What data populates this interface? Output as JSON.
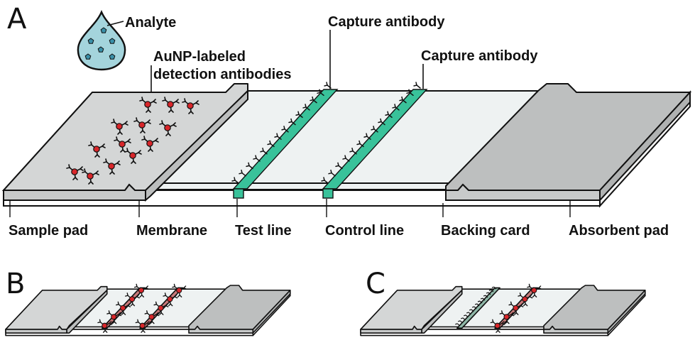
{
  "panels": {
    "a": "A",
    "b": "B",
    "c": "C"
  },
  "annotations": {
    "analyte": "Analyte",
    "aunp_line1": "AuNP-labeled",
    "aunp_line2": "detection antibodies",
    "capture_test": "Capture antibody",
    "capture_control": "Capture antibody"
  },
  "bottom_labels": {
    "sample_pad": "Sample pad",
    "membrane": "Membrane",
    "test_line": "Test line",
    "control_line": "Control line",
    "backing_card": "Backing card",
    "absorbent_pad": "Absorbent pad"
  },
  "colors": {
    "pad_fill": "#d4d6d6",
    "pad_side": "#c0c2c2",
    "membrane_fill": "#eef2f2",
    "backing_fill": "#ffffff",
    "capture_line": "#39c29a",
    "capture_line_dark": "#229a78",
    "bound_line": "#c87a7a",
    "aunp_red": "#d8262a",
    "analyte_drop": "#a4d4dc",
    "analyte_particle": "#3a8fa8",
    "outline": "#111111"
  },
  "icons": {
    "droplet": "analyte-droplet-icon",
    "aunp": "aunp-antibody-icon",
    "capture": "capture-antibody-icon"
  }
}
